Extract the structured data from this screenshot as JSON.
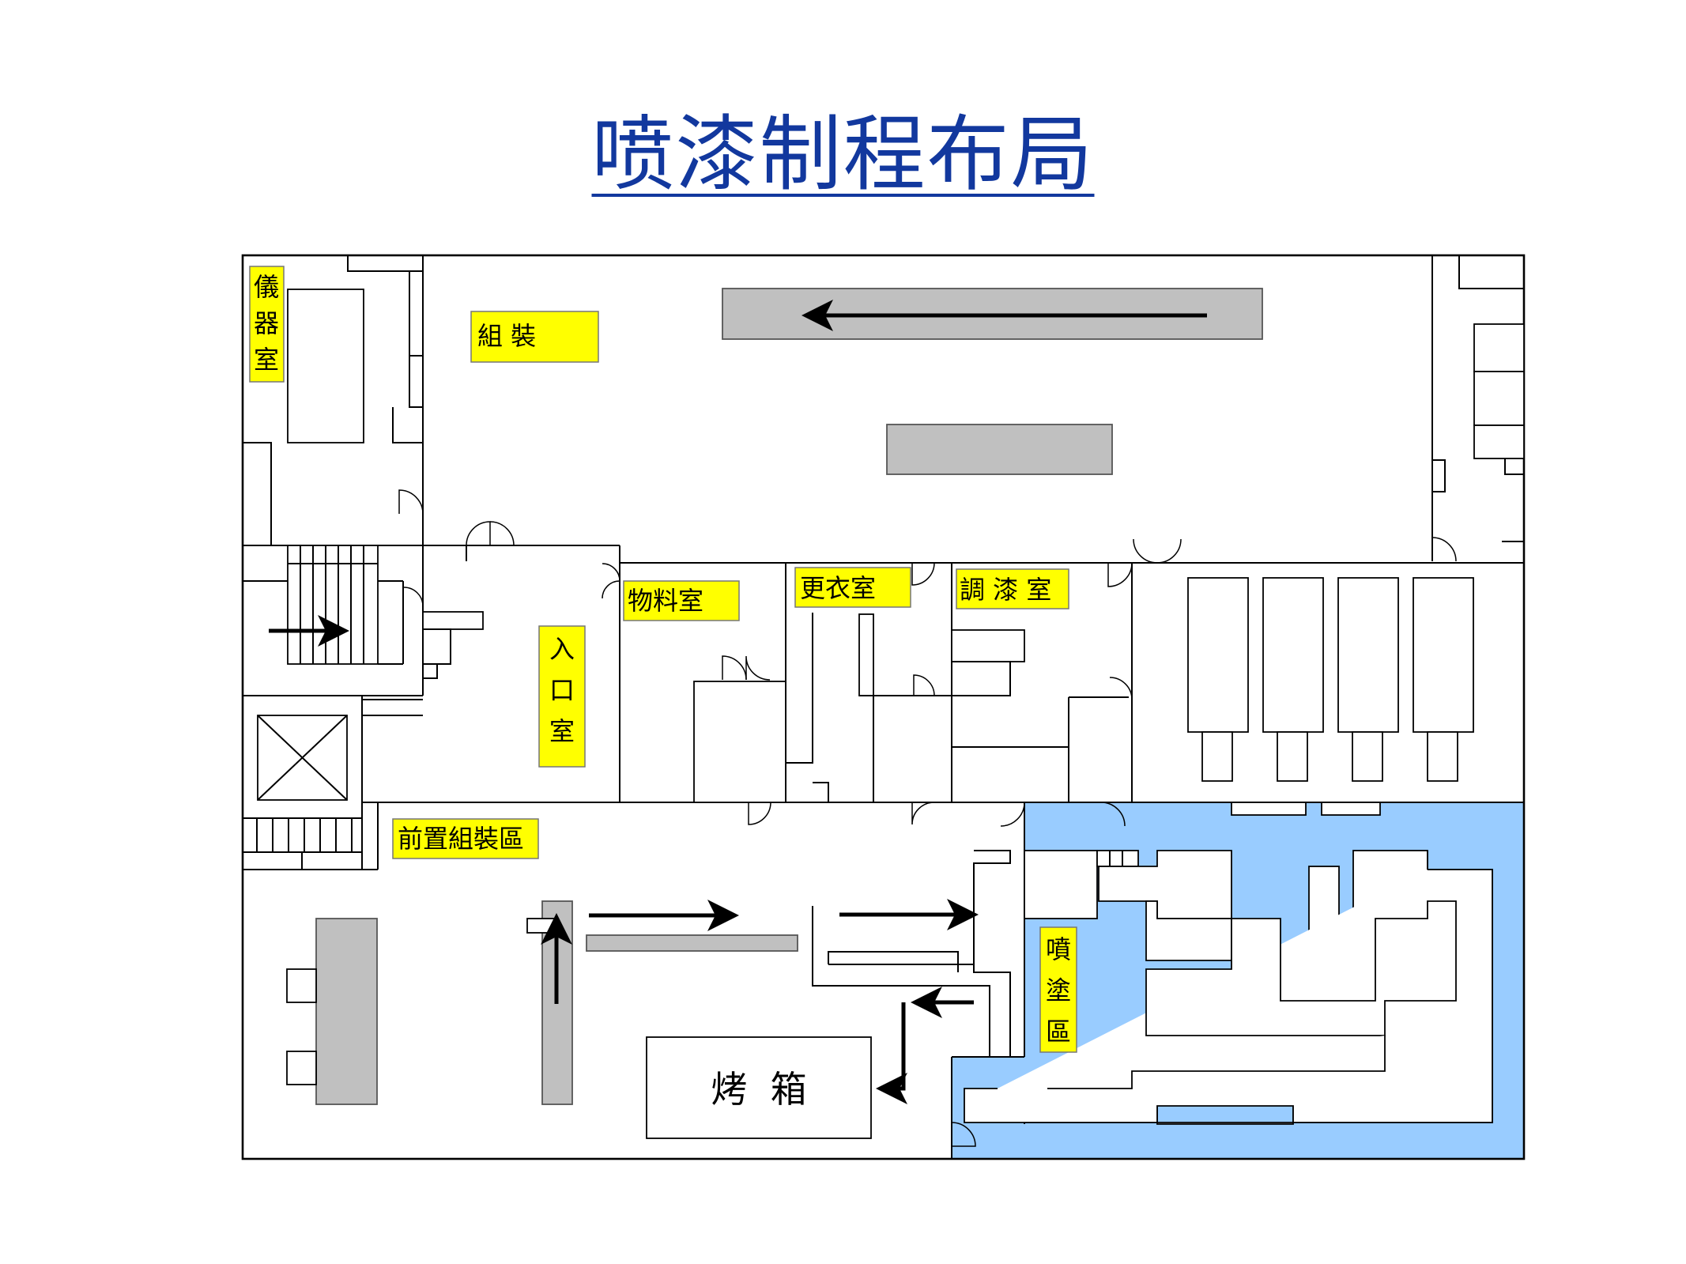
{
  "title": "喷漆制程布局",
  "colors": {
    "title": "#12389e",
    "label_background": "#ffff00",
    "spray_zone": "#99ccff",
    "equipment": "#c0c0c0"
  },
  "rooms": {
    "instrument_room": [
      "儀",
      "器",
      "室"
    ],
    "assembly": "組 裝",
    "materials_room": "物料室",
    "changing_room": "更衣室",
    "paint_mixing_room": "調 漆 室",
    "entrance_room": [
      "入",
      "口",
      "室"
    ],
    "pre_assembly_area": "前置組裝區",
    "spray_area": [
      "噴",
      "塗",
      "區"
    ],
    "oven": "烤  箱"
  }
}
